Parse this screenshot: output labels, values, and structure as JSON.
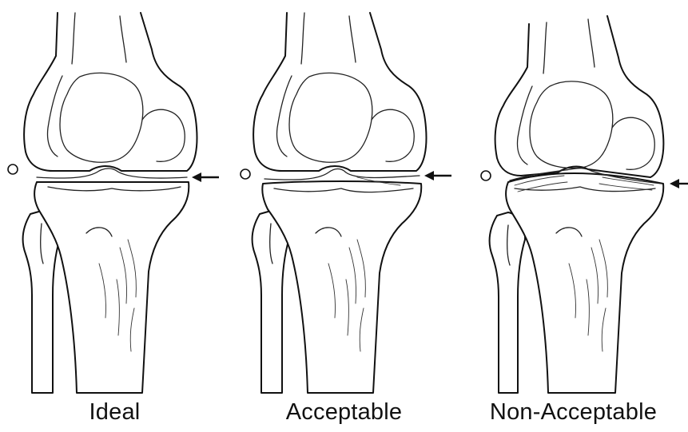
{
  "panels": [
    {
      "key": "ideal",
      "caption": "Ideal",
      "level": "ideal"
    },
    {
      "key": "acceptable",
      "caption": "Acceptable",
      "level": "acceptable"
    },
    {
      "key": "non_acceptable",
      "caption": "Non-Acceptable",
      "level": "non-acceptable"
    }
  ],
  "colors": {
    "ink": "#111111",
    "background": "#ffffff"
  },
  "icons": {
    "reference_circle": "circle-marker-icon",
    "joint_line_arrow": "left-arrow-icon"
  }
}
